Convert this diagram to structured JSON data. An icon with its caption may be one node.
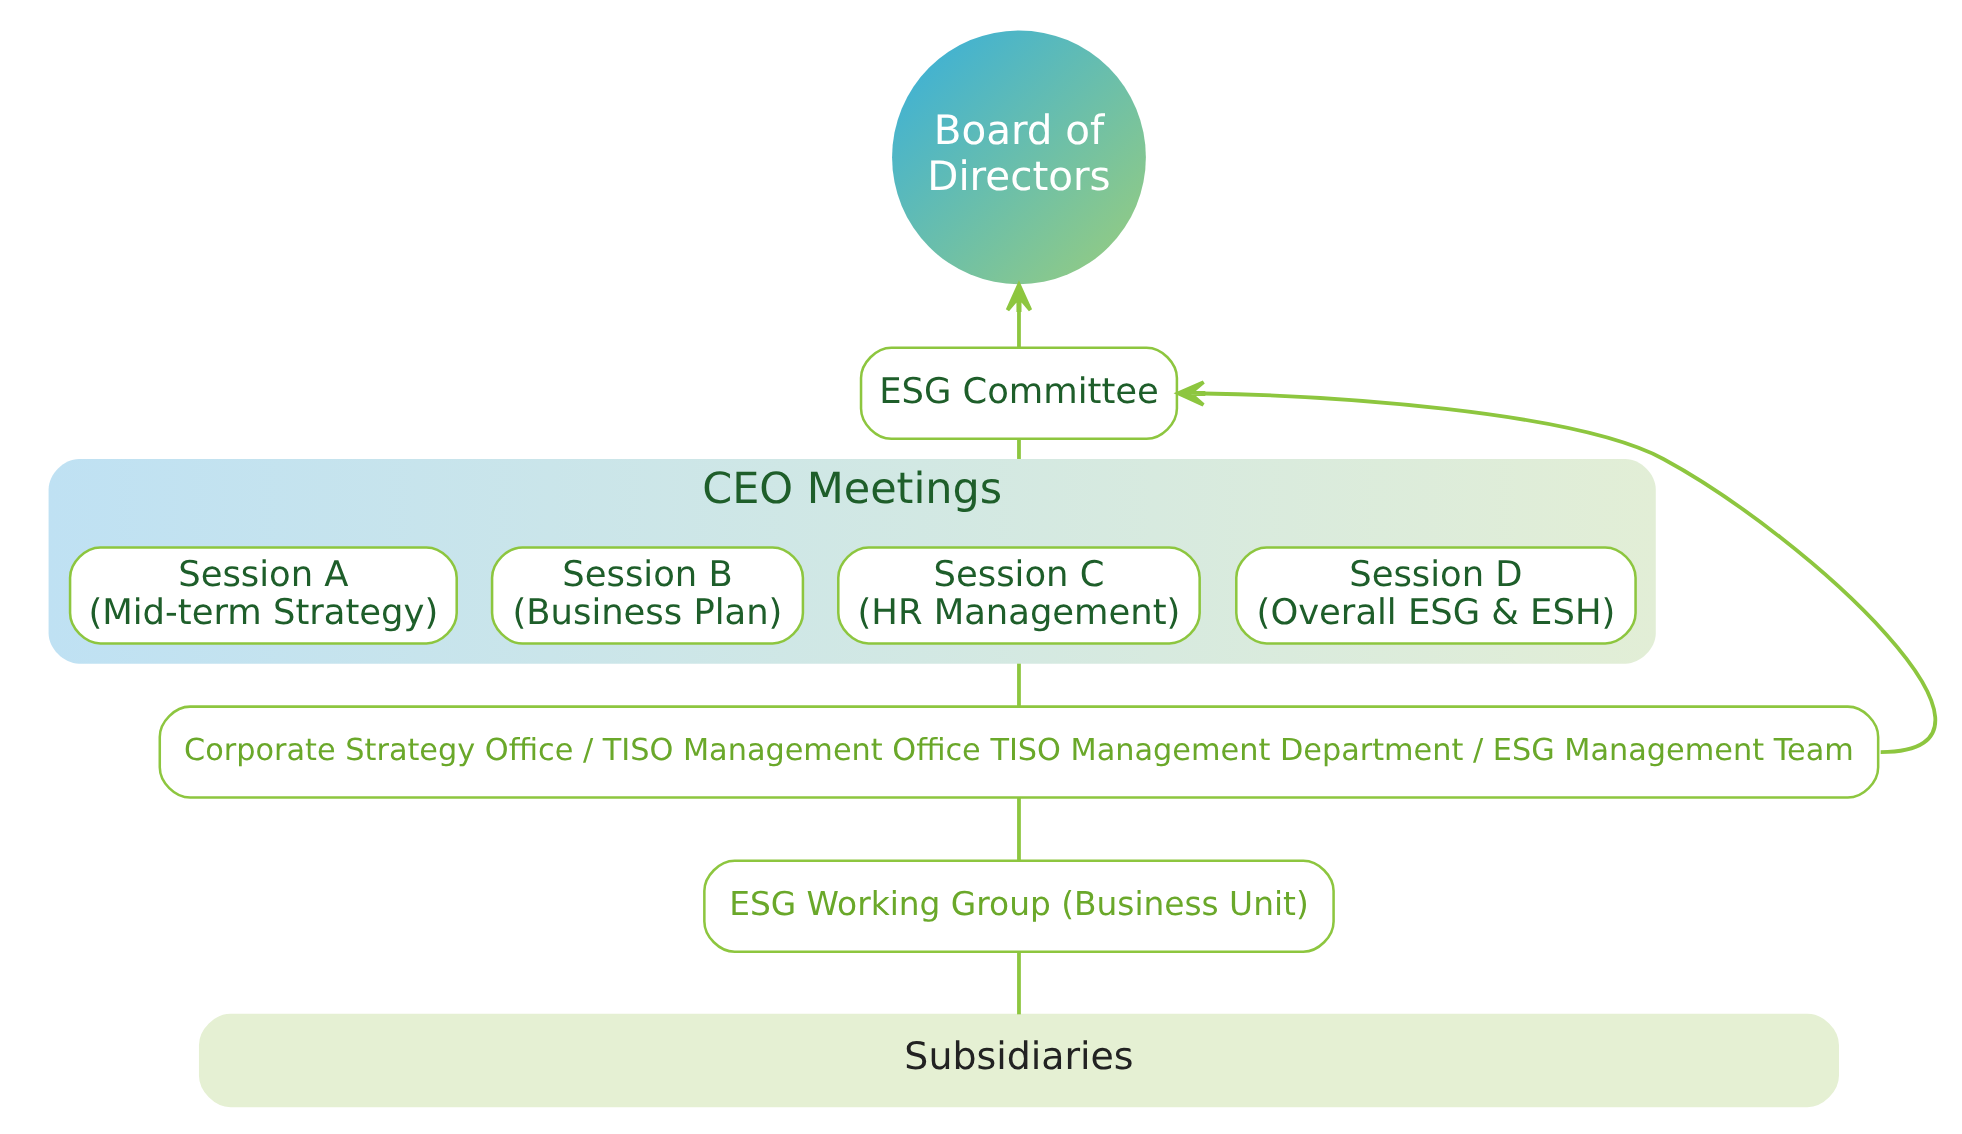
{
  "diagram": {
    "nodes": [
      {
        "text": [
          "Board of Directors"
        ]
      },
      {
        "text": [
          "ESG Committee"
        ]
      },
      {
        "text": [
          "CEO Meetings"
        ]
      },
      {
        "text": [
          "Session A",
          "(Mid-term Strategy)"
        ],
        "in": 2
      },
      {
        "text": [
          "Session B",
          "(Business Plan)"
        ],
        "in": 2
      },
      {
        "text": [
          "Session C",
          "(HR Management)"
        ],
        "in": 2
      },
      {
        "text": [
          "Session D",
          "(Overall ESG & ESH)"
        ],
        "in": 2
      },
      {
        "text": [
          "Corporate Strategy Office / TISO Management Office TISO Management Department / ESG Management Team"
        ]
      },
      {
        "text": [
          "ESG Working Group (Business Unit)"
        ]
      },
      {
        "text": [
          "Subsidiaries"
        ]
      }
    ],
    "edges": [
      {
        "from": 1,
        "to": 0,
        "arrow": "to"
      },
      {
        "from": 1,
        "to": 2,
        "arrow": "none"
      },
      {
        "from": 2,
        "to": 7,
        "arrow": "none"
      },
      {
        "from": 7,
        "to": 1,
        "arrow": "to"
      },
      {
        "from": 7,
        "to": 8,
        "arrow": "none"
      },
      {
        "from": 8,
        "to": 9,
        "arrow": "none"
      }
    ]
  }
}
